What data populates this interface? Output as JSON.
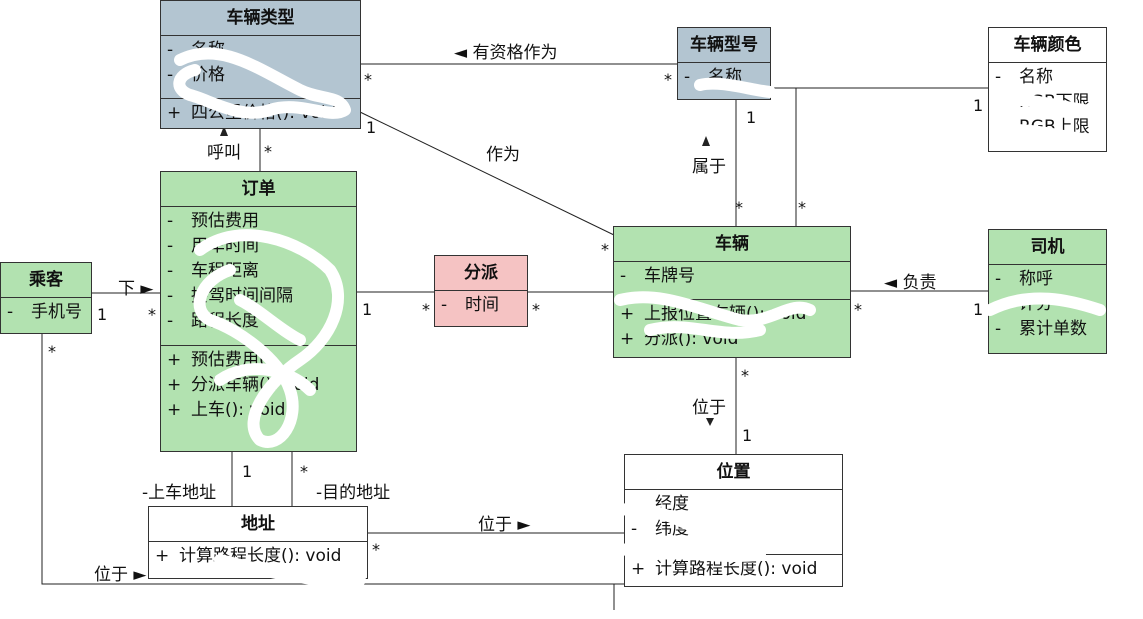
{
  "classes": {
    "vehicle_type": {
      "name": "车辆类型",
      "attrs": [
        {
          "v": "-",
          "t": "名称"
        },
        {
          "v": "-",
          "t": "价格"
        }
      ],
      "ops": [
        {
          "v": "+",
          "t": "四公里价格(): void"
        }
      ]
    },
    "vehicle_model": {
      "name": "车辆型号",
      "attrs": [
        {
          "v": "-",
          "t": "名称"
        }
      ],
      "ops": []
    },
    "vehicle_color": {
      "name": "车辆颜色",
      "attrs": [
        {
          "v": "-",
          "t": "名称"
        },
        {
          "v": "-",
          "t": "RGB下限"
        },
        {
          "v": "-",
          "t": "RGB上限"
        }
      ],
      "ops": []
    },
    "order": {
      "name": "订单",
      "attrs": [
        {
          "v": "-",
          "t": "预估费用"
        },
        {
          "v": "-",
          "t": "用车时间"
        },
        {
          "v": "-",
          "t": "车程距离"
        },
        {
          "v": "-",
          "t": "接驾时间间隔"
        },
        {
          "v": "-",
          "t": "路程长度"
        }
      ],
      "ops": [
        {
          "v": "+",
          "t": "预估费用()"
        },
        {
          "v": "+",
          "t": "分派车辆(): void"
        },
        {
          "v": "+",
          "t": "上车(): void"
        }
      ]
    },
    "passenger": {
      "name": "乘客",
      "attrs": [
        {
          "v": "-",
          "t": "手机号"
        }
      ],
      "ops": []
    },
    "dispatch": {
      "name": "分派",
      "attrs": [
        {
          "v": "-",
          "t": "时间"
        }
      ],
      "ops": []
    },
    "vehicle": {
      "name": "车辆",
      "attrs": [
        {
          "v": "-",
          "t": "车牌号"
        }
      ],
      "ops": [
        {
          "v": "+",
          "t": "上报位置车辆(): void"
        },
        {
          "v": "+",
          "t": "分派(): void"
        }
      ]
    },
    "driver": {
      "name": "司机",
      "attrs": [
        {
          "v": "-",
          "t": "称呼"
        },
        {
          "v": "-",
          "t": "评分"
        },
        {
          "v": "-",
          "t": "累计单数"
        }
      ],
      "ops": []
    },
    "location": {
      "name": "位置",
      "attrs": [
        {
          "v": "-",
          "t": "经度"
        },
        {
          "v": "-",
          "t": "纬度"
        }
      ],
      "ops": [
        {
          "v": "+",
          "t": "计算路程长度(): void"
        }
      ]
    },
    "address": {
      "name": "地址",
      "attrs": [],
      "ops": [
        {
          "v": "+",
          "t": "计算路程长度(): void"
        }
      ]
    }
  },
  "labels": {
    "qualified_as": "◄ 有资格作为",
    "call": "呼叫",
    "as": "作为",
    "belongs_to": "属于",
    "place_order": "下 ►",
    "responsible": "◄ 负责",
    "located_at_1": "位于",
    "located_at_2": "位于 ►",
    "located_at_3": "位于 ►",
    "pickup_addr": "-上车地址",
    "dest_addr": "-目的地址"
  },
  "multiplicities": [
    "*",
    "*",
    "1",
    "1",
    "*",
    "*",
    "*",
    "*",
    "1",
    "*",
    "1",
    "1",
    "*",
    "1",
    "*",
    "*",
    "*",
    "1",
    "*",
    "1",
    "*",
    "*",
    "*"
  ],
  "colors": {
    "blue_class": "#b3c5d1",
    "green_class": "#b2e2b0",
    "pink_class": "#f5c3c3",
    "line": "#222222"
  }
}
